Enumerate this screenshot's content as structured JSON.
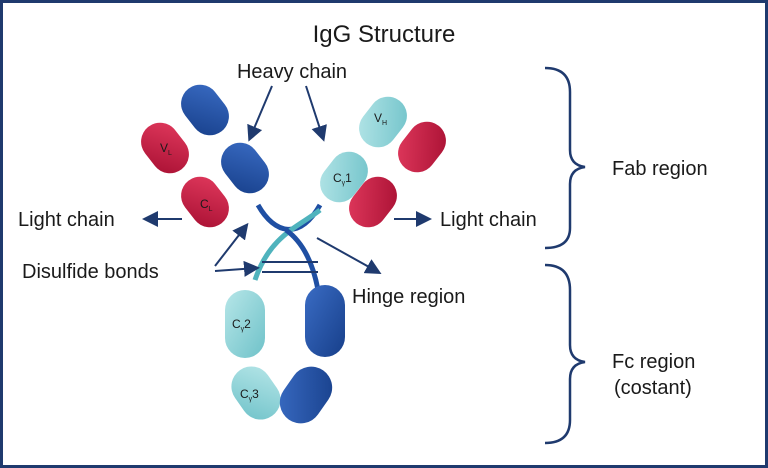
{
  "title": "IgG Structure",
  "labels": {
    "heavy_chain": "Heavy chain",
    "light_chain_left": "Light chain",
    "light_chain_right": "Light chain",
    "disulfide_bonds": "Disulfide bonds",
    "hinge_region": "Hinge region",
    "fab_region": "Fab region",
    "fc_region_line1": "Fc region",
    "fc_region_line2": "(costant)"
  },
  "domains": {
    "vl": {
      "main": "V",
      "sub": "L"
    },
    "cl": {
      "main": "C",
      "sub": "L"
    },
    "vh": {
      "main": "V",
      "sub": "H"
    },
    "cg1": {
      "main": "C",
      "sub": "γ",
      "tail": "1"
    },
    "cg2": {
      "main": "C",
      "sub": "γ",
      "tail": "2"
    },
    "cg3": {
      "main": "C",
      "sub": "γ",
      "tail": "3"
    }
  },
  "colors": {
    "heavy_dark": "#1f4fa3",
    "heavy_light": "#8fd3d8",
    "light_chain": "#c8163f",
    "arrow": "#1f3a6e",
    "border": "#1f3a6e"
  }
}
